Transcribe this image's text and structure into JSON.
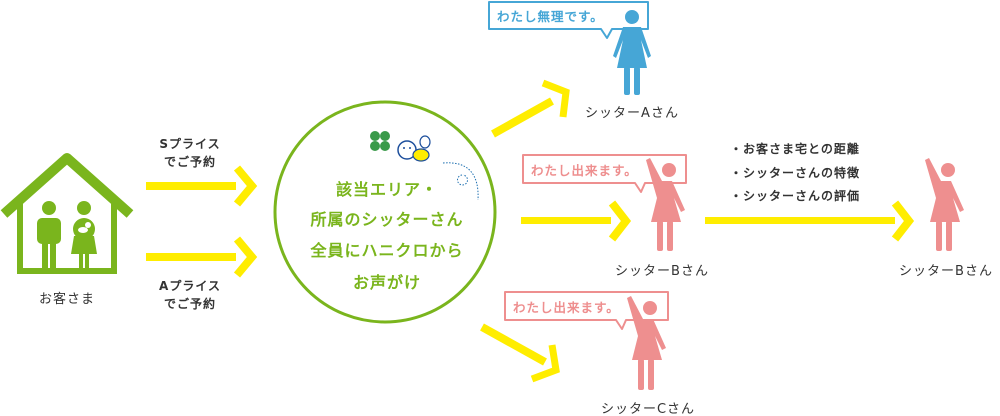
{
  "colors": {
    "green": "#7ab51d",
    "yellow": "#ffed00",
    "blue": "#46a6d6",
    "pink": "#ee8f8f",
    "text": "#333333"
  },
  "customer": {
    "label": "お客さま",
    "icon": "house-family-icon"
  },
  "routes": {
    "s_price": [
      "Sプライス",
      "でご予約"
    ],
    "a_price": [
      "Aプライス",
      "でご予約"
    ]
  },
  "center": {
    "lines": [
      "該当エリア・",
      "所属のシッターさん",
      "全員にハニクロから",
      "お声がけ"
    ],
    "icon": "clover-bee-logo-icon"
  },
  "sitters": {
    "a": {
      "label": "シッターAさん",
      "bubble": "わたし無理です。"
    },
    "b": {
      "label": "シッターBさん",
      "bubble": "わたし出来ます。"
    },
    "c": {
      "label": "シッターCさん",
      "bubble": "わたし出来ます。"
    },
    "selected": {
      "label": "シッターBさん"
    }
  },
  "criteria": [
    "・お客さま宅との距離",
    "・シッターさんの特徴",
    "・シッターさんの評価"
  ]
}
